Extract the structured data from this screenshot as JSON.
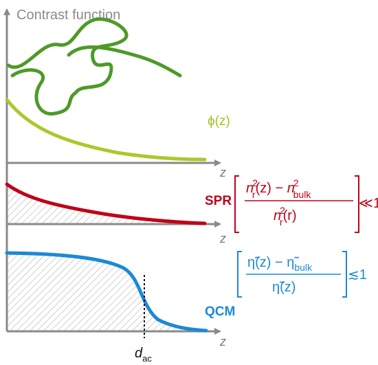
{
  "title": "Contrast function",
  "axis_label": "z",
  "phi_label": "ϕ(z)",
  "spr": {
    "label": "SPR",
    "relation": "≪1",
    "color": "#c00018",
    "numerator_parts": [
      "n",
      "2",
      "r",
      "(z) − ",
      "n",
      "2",
      "bulk"
    ],
    "denominator_parts": [
      "n",
      "2",
      "r",
      "(r)"
    ]
  },
  "qcm": {
    "label": "QCM",
    "relation": "≲1",
    "color": "#1a8ad6",
    "numerator": "η̃(z) − η̃",
    "numerator_sub": "bulk",
    "denominator": "η̃(z)"
  },
  "dac": {
    "main": "d",
    "sub": "ac"
  },
  "colors": {
    "axis": "#8a8a8a",
    "polymer": "#4e9a28",
    "phi_curve": "#a9c92a",
    "spr_curve": "#c00018",
    "qcm_curve": "#1a8ad6",
    "hatch": "#b0b0b0"
  }
}
